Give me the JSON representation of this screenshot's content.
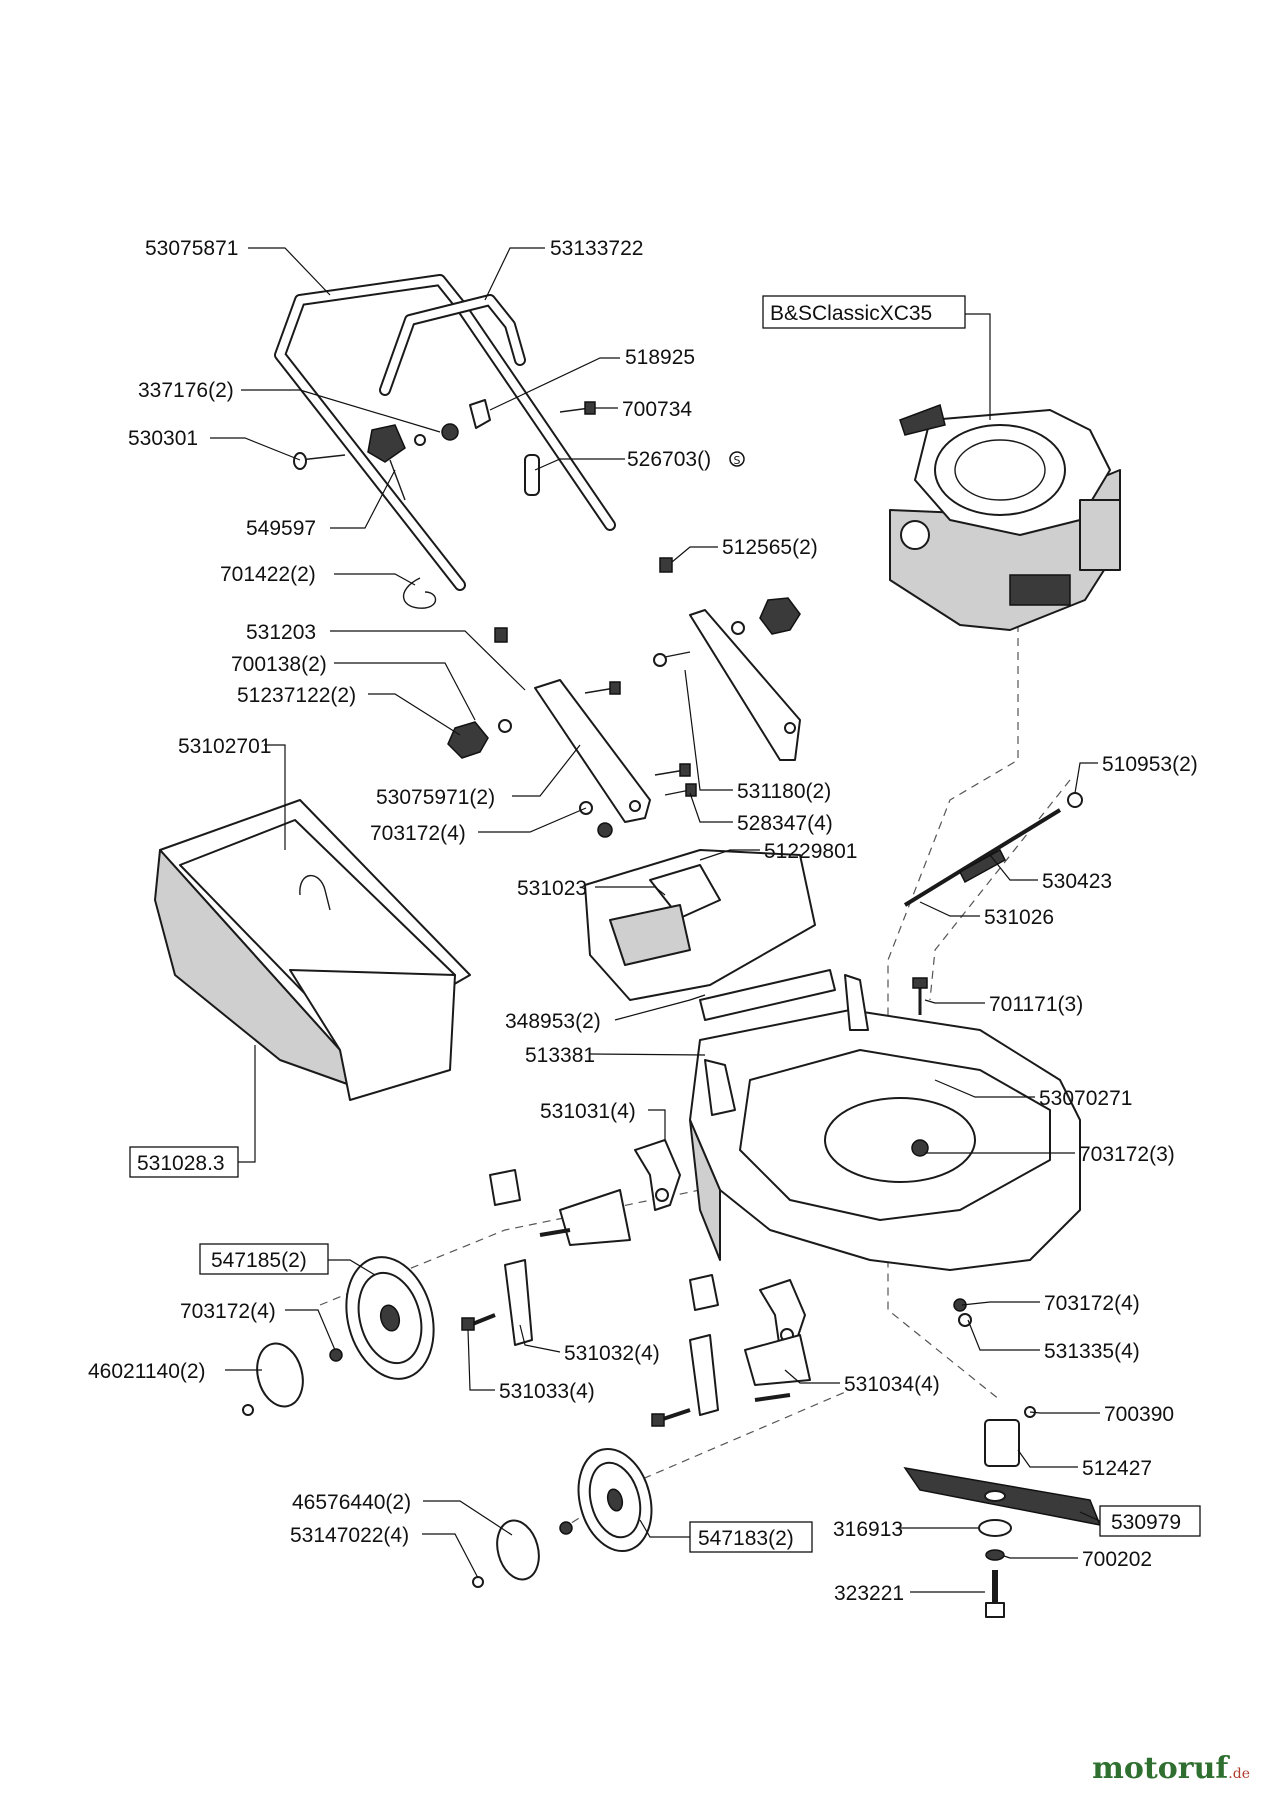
{
  "labels": [
    {
      "id": "530758-71",
      "text": "53075871"
    },
    {
      "id": "531337-22",
      "text": "53133722"
    },
    {
      "id": "bs-classic",
      "text": "B&SClassicXC35"
    },
    {
      "id": "518925",
      "text": "518925"
    },
    {
      "id": "337176",
      "text": "337176(2)"
    },
    {
      "id": "700734",
      "text": "700734"
    },
    {
      "id": "530301",
      "text": "530301"
    },
    {
      "id": "526703",
      "text": "526703()"
    },
    {
      "id": "549597",
      "text": "549597"
    },
    {
      "id": "701422",
      "text": "701422(2)"
    },
    {
      "id": "512565",
      "text": "512565(2)"
    },
    {
      "id": "531203",
      "text": "531203"
    },
    {
      "id": "700138",
      "text": "700138(2)"
    },
    {
      "id": "51237122",
      "text": "51237122(2)"
    },
    {
      "id": "53102701",
      "text": "53102701"
    },
    {
      "id": "510953",
      "text": "510953(2)"
    },
    {
      "id": "531180",
      "text": "531180(2)"
    },
    {
      "id": "53075971",
      "text": "53075971(2)"
    },
    {
      "id": "528347",
      "text": "528347(4)"
    },
    {
      "id": "703172-a",
      "text": "703172(4)"
    },
    {
      "id": "51229801",
      "text": "51229801"
    },
    {
      "id": "531023",
      "text": "531023"
    },
    {
      "id": "530423",
      "text": "530423"
    },
    {
      "id": "531026",
      "text": "531026"
    },
    {
      "id": "701171",
      "text": "701171(3)"
    },
    {
      "id": "348953",
      "text": "348953(2)"
    },
    {
      "id": "513381",
      "text": "513381"
    },
    {
      "id": "53070271",
      "text": "53070271"
    },
    {
      "id": "531031",
      "text": "531031(4)"
    },
    {
      "id": "531028",
      "text": "531028.3"
    },
    {
      "id": "703172-b",
      "text": "703172(3)"
    },
    {
      "id": "547185",
      "text": "547185(2)"
    },
    {
      "id": "703172-c",
      "text": "703172(4)"
    },
    {
      "id": "703172-d",
      "text": "703172(4)"
    },
    {
      "id": "531335",
      "text": "531335(4)"
    },
    {
      "id": "531032",
      "text": "531032(4)"
    },
    {
      "id": "46021140",
      "text": "46021140(2)"
    },
    {
      "id": "531033",
      "text": "531033(4)"
    },
    {
      "id": "531034",
      "text": "531034(4)"
    },
    {
      "id": "700390",
      "text": "700390"
    },
    {
      "id": "512427",
      "text": "512427"
    },
    {
      "id": "46576440",
      "text": "46576440(2)"
    },
    {
      "id": "530979",
      "text": "530979"
    },
    {
      "id": "316913",
      "text": "316913"
    },
    {
      "id": "53147022",
      "text": "53147022(4)"
    },
    {
      "id": "547183",
      "text": "547183(2)"
    },
    {
      "id": "700202",
      "text": "700202"
    },
    {
      "id": "323221",
      "text": "323221"
    }
  ],
  "watermark": {
    "brand": "motoruf",
    "suffix": ".de",
    "color": "#2f6f2f"
  }
}
